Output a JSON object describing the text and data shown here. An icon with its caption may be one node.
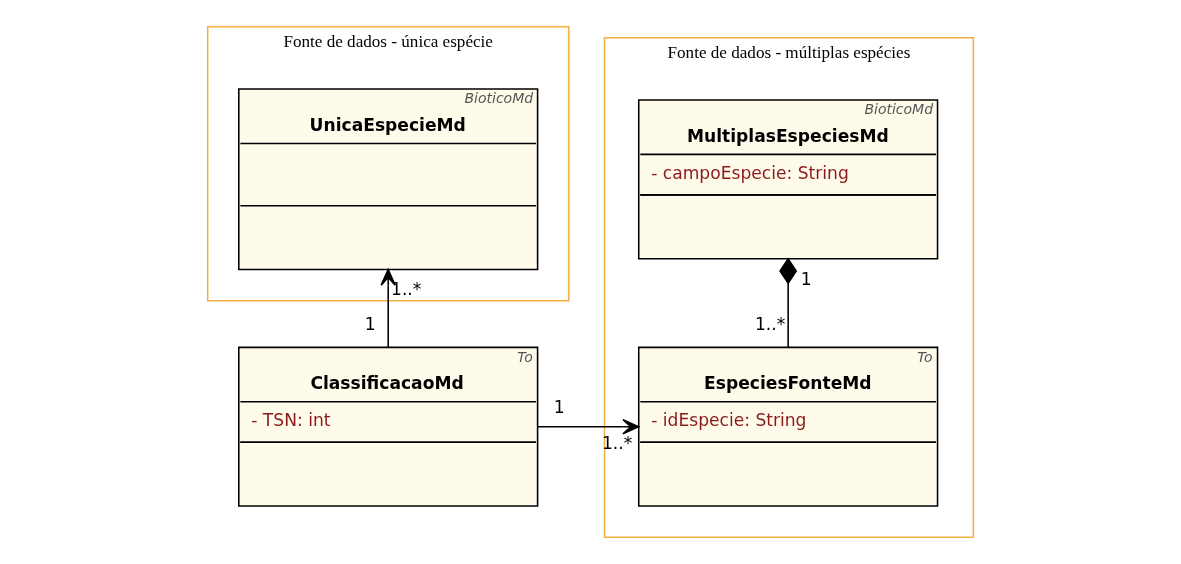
{
  "diagram": {
    "nodes": [
      {
        "text": [
          "Fonte de dados - única espécie"
        ]
      },
      {
        "text": [
          "BioticoMd",
          "UnicaEspecieMd"
        ],
        "in": 0
      },
      {
        "text": [
          "Fonte de dados - múltiplas espécies"
        ]
      },
      {
        "text": [
          "BioticoMd",
          "MultiplasEspeciesMd",
          "- campoEspecie: String"
        ],
        "in": 2
      },
      {
        "text": [
          "To",
          "EspeciesFonteMd",
          "- idEspecie: String"
        ],
        "in": 2
      },
      {
        "text": [
          "To",
          "ClassificacaoMd",
          "- TSN: int"
        ]
      }
    ],
    "edges": [
      {
        "from": 5,
        "to": 1,
        "arrow": "to"
      },
      {
        "from": 4,
        "to": 3,
        "arrow": "other"
      },
      {
        "from": 5,
        "to": 4,
        "arrow": "to"
      }
    ],
    "labels": [
      "1..*",
      "1",
      "1..*",
      "1",
      "1",
      "1..*"
    ]
  }
}
